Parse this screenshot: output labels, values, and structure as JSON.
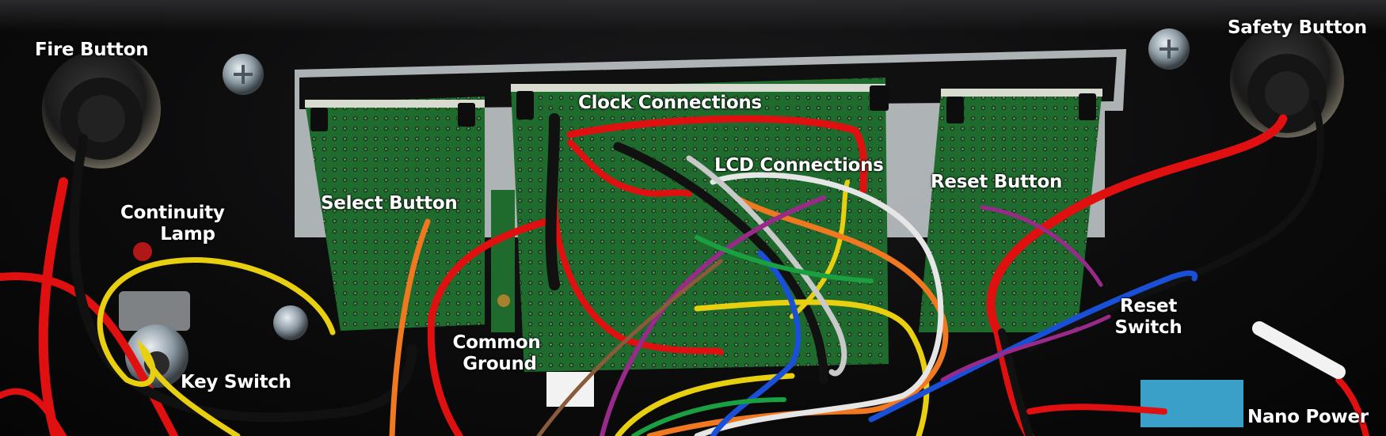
{
  "image": {
    "description": "Black control panel interior with green perfboards, buttons, switches and colored jumper wires, annotated with white text labels",
    "background_color": "#0c0c0d",
    "perfboard_color": "#1f6b2e",
    "label_color": "#ffffff"
  },
  "labels": [
    {
      "id": "fire_button",
      "text": "Fire Button"
    },
    {
      "id": "continuity_lamp",
      "lines": [
        "Continuity",
        "Lamp"
      ]
    },
    {
      "id": "key_switch",
      "text": "Key Switch"
    },
    {
      "id": "select_button",
      "text": "Select Button"
    },
    {
      "id": "clock_connections",
      "text": "Clock Connections"
    },
    {
      "id": "lcd_connections",
      "text": "LCD Connections"
    },
    {
      "id": "common_ground",
      "lines": [
        "Common",
        "Ground"
      ]
    },
    {
      "id": "reset_button",
      "text": "Reset Button"
    },
    {
      "id": "safety_button",
      "text": "Safety Button"
    },
    {
      "id": "reset_switch",
      "lines": [
        "Reset",
        "Switch"
      ]
    },
    {
      "id": "nano_power",
      "text": "Nano Power"
    }
  ],
  "wire_colors": {
    "red": "#e01010",
    "black": "#111111",
    "yellow": "#e8d010",
    "orange": "#f07820",
    "white": "#e6e6e6",
    "blue": "#1a4fd8",
    "purple": "#9a2a8a",
    "green": "#1aa040",
    "brown": "#8a5a3a"
  }
}
